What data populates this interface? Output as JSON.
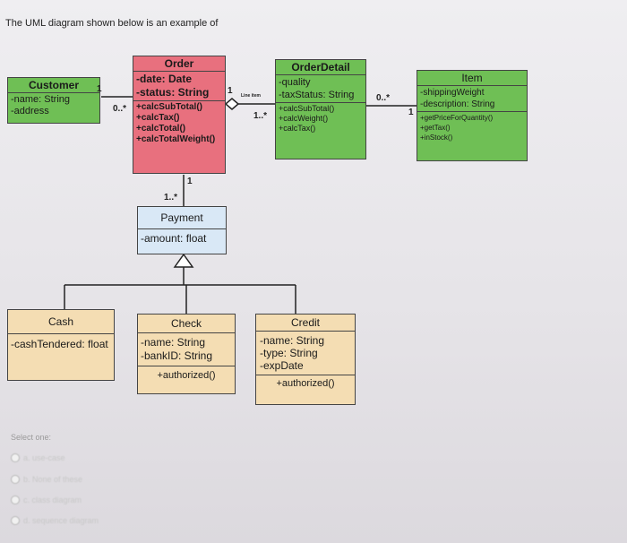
{
  "question": "The UML diagram shown below is an example of",
  "classes": {
    "customer": {
      "name": "Customer",
      "attributes": [
        "-name: String",
        "-address"
      ],
      "operations": []
    },
    "order": {
      "name": "Order",
      "attributes": [
        "-date: Date",
        "-status: String"
      ],
      "operations": [
        "+calcSubTotal()",
        "+calcTax()",
        "+calcTotal()",
        "+calcTotalWeight()"
      ]
    },
    "orderdetail": {
      "name": "OrderDetail",
      "attributes": [
        "-quality",
        "-taxStatus: String"
      ],
      "operations": [
        "+calcSubTotal()",
        "+calcWeight()",
        "+calcTax()"
      ]
    },
    "item": {
      "name": "Item",
      "attributes": [
        "-shippingWeight",
        "-description: String"
      ],
      "operations": [
        "+getPriceForQuantity()",
        "+getTax()",
        "+inStock()"
      ]
    },
    "payment": {
      "name": "Payment",
      "attributes": [
        "-amount: float"
      ],
      "operations": []
    },
    "cash": {
      "name": "Cash",
      "attributes": [
        "-cashTendered: float"
      ],
      "operations": []
    },
    "check": {
      "name": "Check",
      "attributes": [
        "-name: String",
        "-bankID: String"
      ],
      "operations": [
        "+authorized()"
      ]
    },
    "credit": {
      "name": "Credit",
      "attributes": [
        "-name: String",
        "-type: String",
        "-expDate"
      ],
      "operations": [
        "+authorized()"
      ]
    }
  },
  "associations": {
    "customer_order_customer_end": "1",
    "customer_order_order_end": "0..*",
    "order_detail_order_end": "1",
    "order_detail_detail_end": "1..*",
    "line_item_label": "Line item",
    "detail_item_detail_end": "0..*",
    "detail_item_item_end": "1",
    "order_payment_order_end": "1",
    "order_payment_payment_end": "1..*"
  },
  "quiz": {
    "select_label": "Select one:",
    "options": [
      "a. use-case",
      "b. None of these",
      "c. class diagram",
      "d. sequence diagram"
    ]
  }
}
